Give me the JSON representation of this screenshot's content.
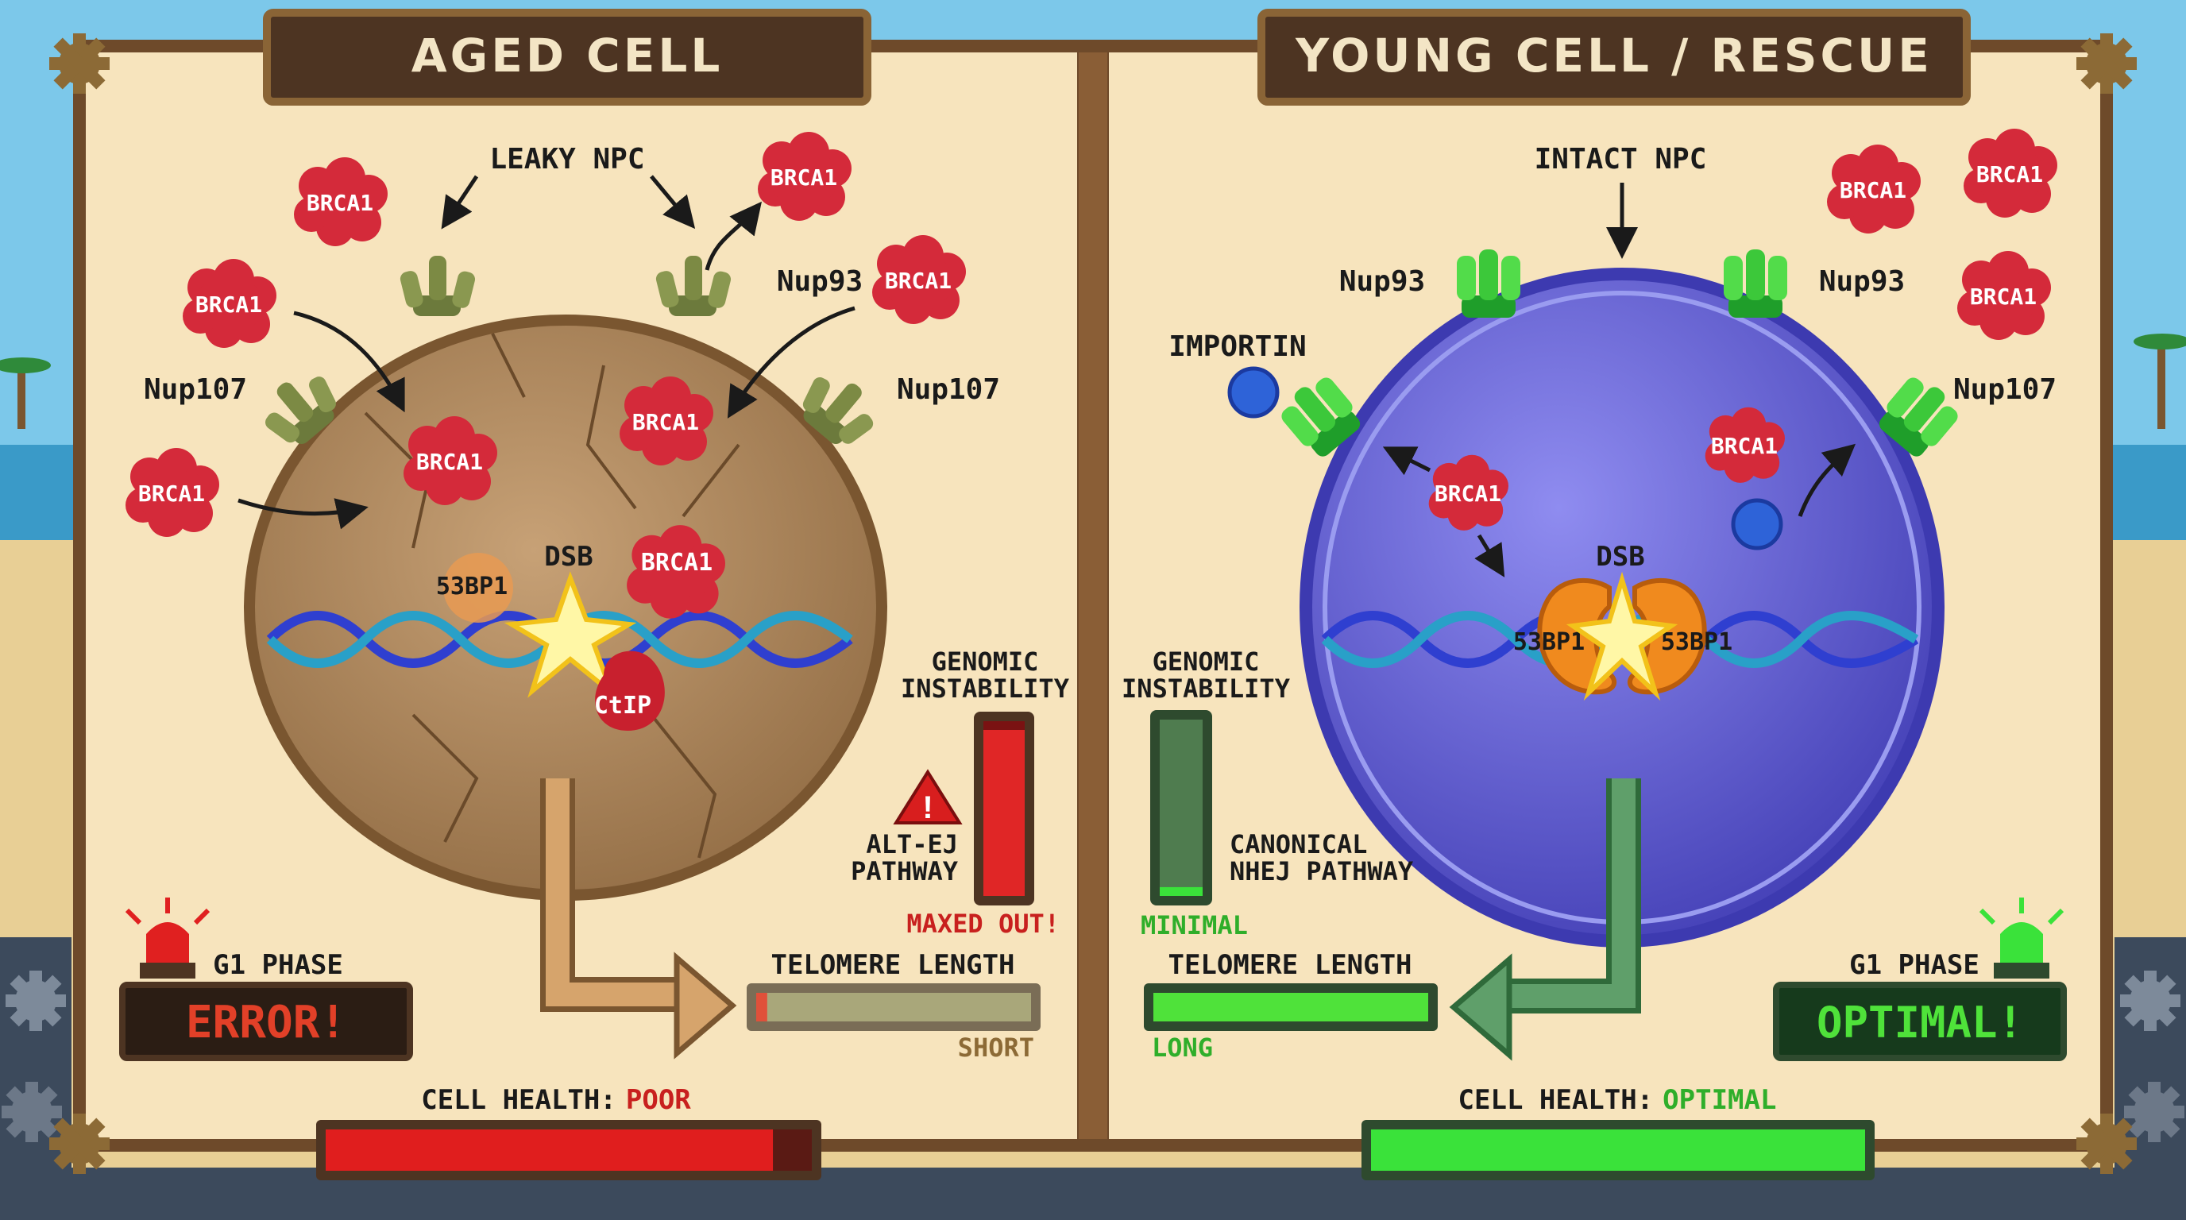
{
  "colors": {
    "accent_red": "#c8201e",
    "accent_green": "#2fae2a",
    "panel_bg": "#f7e4bd",
    "frame_brown": "#6e4a2a",
    "title_bg": "#4d3422",
    "title_text": "#f3e5c5",
    "aged_nucleus": "#a8835a",
    "young_nucleus": "#4f4cc8",
    "brca1_red": "#d42a3a"
  },
  "icons": [
    "gear-icon",
    "warning-icon",
    "siren-icon",
    "lightning-icon"
  ],
  "aged": {
    "title": "AGED CELL",
    "npc_label": "LEAKY NPC",
    "nup93": "Nup93",
    "nup107_left": "Nup107",
    "nup107_right": "Nup107",
    "brca1": "BRCA1",
    "p53bp1": "53BP1",
    "dsb": "DSB",
    "ctip": "CtIP",
    "genomic_instability": "GENOMIC INSTABILITY",
    "genomic_level": 0.95,
    "pathway": "ALT-EJ PATHWAY",
    "maxed_out": "MAXED OUT!",
    "telomere_title": "TELOMERE LENGTH",
    "telomere_level": 0.04,
    "telomere_status": "SHORT",
    "phase_label": "G1 PHASE",
    "phase_status": "ERROR!",
    "health_prefix": "CELL HEALTH:",
    "health_value": "POOR",
    "health_level": 0.92
  },
  "young": {
    "title": "YOUNG CELL / RESCUE",
    "npc_label": "INTACT NPC",
    "nup93_left": "Nup93",
    "nup93_right": "Nup93",
    "nup107": "Nup107",
    "importin": "IMPORTIN",
    "brca1": "BRCA1",
    "p53bp1": "53BP1",
    "dsb": "DSB",
    "genomic_instability": "GENOMIC INSTABILITY",
    "genomic_level": 0.05,
    "minimal": "MINIMAL",
    "pathway": "CANONICAL NHEJ PATHWAY",
    "telomere_title": "TELOMERE LENGTH",
    "telomere_level": 1.0,
    "telomere_status": "LONG",
    "phase_label": "G1 PHASE",
    "phase_status": "OPTIMAL!",
    "health_prefix": "CELL HEALTH:",
    "health_value": "OPTIMAL",
    "health_level": 1.0
  }
}
